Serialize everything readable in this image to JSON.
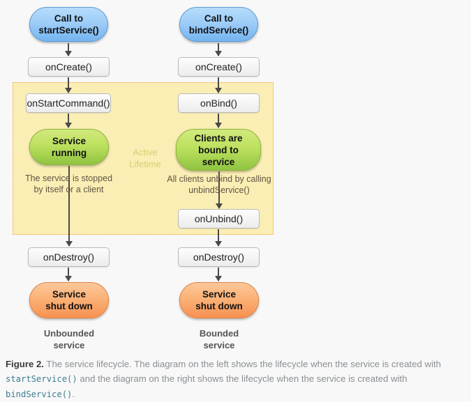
{
  "figure": {
    "number_label": "Figure 2.",
    "text_part1": " The service lifecycle. The diagram on the left shows the lifecycle when the service is created with ",
    "code1": "startService()",
    "text_part2": " and the diagram on the right shows the lifecycle when the service is created with ",
    "code2": "bindService()",
    "text_part3": "."
  },
  "region": {
    "label_line1": "Active",
    "label_line2": "Lifetime",
    "fill_color": "#fbeeb4",
    "border_color": "#e8a33d",
    "label_color": "#d6cf71"
  },
  "colors": {
    "background": "#f8f8f8",
    "blue": "#9ecdf8",
    "green": "#bde05f",
    "orange": "#fbb277",
    "gray_box": "#ececec",
    "arrow": "#4a4a4a"
  },
  "left_column": {
    "caption_line1": "Unbounded",
    "caption_line2": "service",
    "nodes": {
      "start": {
        "line1": "Call to",
        "line2": "startService()"
      },
      "on_create": "onCreate()",
      "on_start_command": "onStartCommand()",
      "running": {
        "line1": "Service",
        "line2": "running"
      },
      "annotation_line1": "The service is stopped",
      "annotation_line2": "by itself or a client",
      "on_destroy": "onDestroy()",
      "shutdown": {
        "line1": "Service",
        "line2": "shut down"
      }
    }
  },
  "right_column": {
    "caption_line1": "Bounded",
    "caption_line2": "service",
    "nodes": {
      "start": {
        "line1": "Call to",
        "line2": "bindService()"
      },
      "on_create": "onCreate()",
      "on_bind": "onBind()",
      "bound": {
        "line1": "Clients are",
        "line2": "bound to",
        "line3": "service"
      },
      "annotation_line1": "All clients unbind by calling",
      "annotation_line2": "unbindService()",
      "on_unbind": "onUnbind()",
      "on_destroy": "onDestroy()",
      "shutdown": {
        "line1": "Service",
        "line2": "shut down"
      }
    }
  }
}
